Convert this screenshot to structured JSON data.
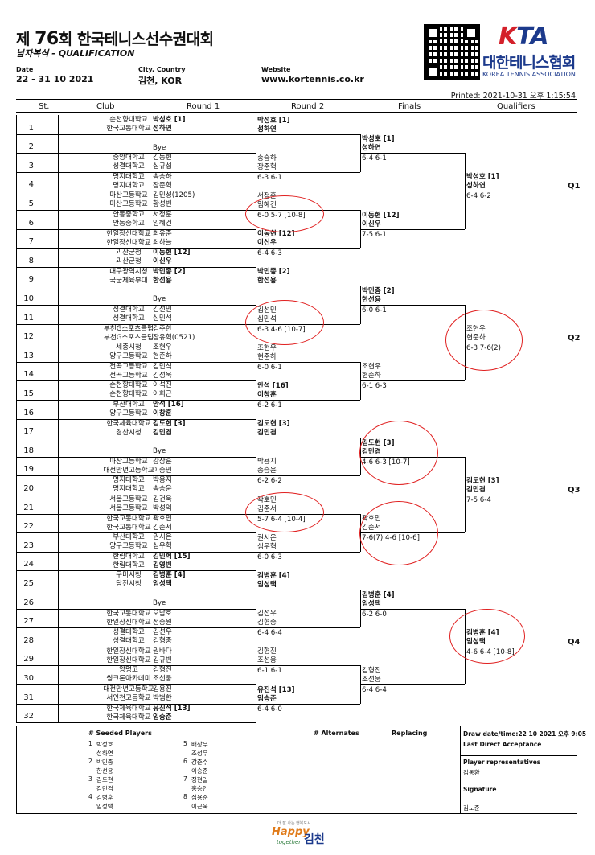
{
  "header": {
    "title_pre": "제 ",
    "title_num": "76",
    "title_post": "회 한국테니스선수권대회",
    "event": "남자복식 - QUALIFICATION",
    "date_label": "Date",
    "date": "22 - 31 10 2021",
    "city_label": "City, Country",
    "city": "김천, KOR",
    "web_label": "Website",
    "web": "www.kortennis.co.kr",
    "printed": "Printed: 2021-10-31 오후 1:15:54",
    "logo_k": "K",
    "logo_ta": "TA",
    "logo_kor": "대한테니스협회",
    "logo_eng": "KOREA TENNIS ASSOCIATION"
  },
  "columns": [
    "St.",
    "Club",
    "Round 1",
    "Round 2",
    "Finals",
    "Qualifiers"
  ],
  "draw": [
    {
      "n": "1",
      "c1": "순천향대학교",
      "c2": "한국교통대학교",
      "p1": "박성호 [1]",
      "p2": "성하연",
      "b": true
    },
    {
      "n": "2",
      "c1": "",
      "c2": "",
      "p1": "",
      "p2": "Bye",
      "b": false
    },
    {
      "n": "3",
      "c1": "중앙대학교",
      "c2": "성결대학교",
      "p1": "김동현",
      "p2": "심규섭",
      "b": false
    },
    {
      "n": "4",
      "c1": "명지대학교",
      "c2": "명지대학교",
      "p1": "송승하",
      "p2": "장준혁",
      "b": false
    },
    {
      "n": "5",
      "c1": "마산고등학교",
      "c2": "마산고등학교",
      "p1": "김민성(1205)",
      "p2": "황성빈",
      "b": false
    },
    {
      "n": "6",
      "c1": "안동중학교",
      "c2": "안동중학교",
      "p1": "서정훈",
      "p2": "임혜건",
      "b": false
    },
    {
      "n": "7",
      "c1": "한일장신대학교",
      "c2": "한일장신대학교",
      "p1": "최유준",
      "p2": "최하늘",
      "b": false
    },
    {
      "n": "8",
      "c1": "괴산군청",
      "c2": "괴산군청",
      "p1": "이동현 [12]",
      "p2": "이신우",
      "b": true
    },
    {
      "n": "9",
      "c1": "대구광역시청",
      "c2": "국군체육부대",
      "p1": "박민종 [2]",
      "p2": "한선용",
      "b": true
    },
    {
      "n": "10",
      "c1": "",
      "c2": "",
      "p1": "",
      "p2": "Bye",
      "b": false
    },
    {
      "n": "11",
      "c1": "성결대학교",
      "c2": "성결대학교",
      "p1": "김선민",
      "p2": "심민석",
      "b": false
    },
    {
      "n": "12",
      "c1": "부천G스포츠클럽",
      "c2": "부천G스포츠클럽",
      "p1": "김주한",
      "p2": "장유혁(0521)",
      "b": false
    },
    {
      "n": "13",
      "c1": "세종시청",
      "c2": "양구고등학교",
      "p1": "조현우",
      "p2": "현준하",
      "b": false
    },
    {
      "n": "14",
      "c1": "전곡고등학교",
      "c2": "전곡고등학교",
      "p1": "김민석",
      "p2": "김성욱",
      "b": false
    },
    {
      "n": "15",
      "c1": "순천향대학교",
      "c2": "순천향대학교",
      "p1": "이석진",
      "p2": "이희근",
      "b": false
    },
    {
      "n": "16",
      "c1": "부산대학교",
      "c2": "양구고등학교",
      "p1": "안석 [16]",
      "p2": "이창훈",
      "b": true
    },
    {
      "n": "17",
      "c1": "한국체육대학교",
      "c2": "경산시청",
      "p1": "김도현 [3]",
      "p2": "김민겸",
      "b": true
    },
    {
      "n": "18",
      "c1": "",
      "c2": "",
      "p1": "",
      "p2": "Bye",
      "b": false
    },
    {
      "n": "19",
      "c1": "마산고등학교",
      "c2": "대전만년고등학교",
      "p1": "강상훈",
      "p2": "이승민",
      "b": false
    },
    {
      "n": "20",
      "c1": "명지대학교",
      "c2": "명지대학교",
      "p1": "박용지",
      "p2": "송승윤",
      "b": false
    },
    {
      "n": "21",
      "c1": "서울고등학교",
      "c2": "서울고등학교",
      "p1": "김건욱",
      "p2": "박성익",
      "b": false
    },
    {
      "n": "22",
      "c1": "한국교통대학교",
      "c2": "한국교통대학교",
      "p1": "곽호민",
      "p2": "김준서",
      "b": false
    },
    {
      "n": "23",
      "c1": "부산대학교",
      "c2": "양구고등학교",
      "p1": "권시온",
      "p2": "심우혁",
      "b": false
    },
    {
      "n": "24",
      "c1": "한림대학교",
      "c2": "한림대학교",
      "p1": "김민혁 [15]",
      "p2": "김영빈",
      "b": true
    },
    {
      "n": "25",
      "c1": "구미시청",
      "c2": "당진시청",
      "p1": "김병훈 [4]",
      "p2": "임성택",
      "b": true
    },
    {
      "n": "26",
      "c1": "",
      "c2": "",
      "p1": "",
      "p2": "Bye",
      "b": false
    },
    {
      "n": "27",
      "c1": "한국교통대학교",
      "c2": "한일장신대학교",
      "p1": "오남호",
      "p2": "정승원",
      "b": false
    },
    {
      "n": "28",
      "c1": "성결대학교",
      "c2": "성결대학교",
      "p1": "김선우",
      "p2": "김형중",
      "b": false
    },
    {
      "n": "29",
      "c1": "한일장신대학교",
      "c2": "한일장신대학교",
      "p1": "권바다",
      "p2": "김규빈",
      "b": false
    },
    {
      "n": "30",
      "c1": "양명고",
      "c2": "씽크론아카데미",
      "p1": "김형진",
      "p2": "조선웅",
      "b": false
    },
    {
      "n": "31",
      "c1": "대전만년고등학교",
      "c2": "서인천고등학교",
      "p1": "김용진",
      "p2": "박범한",
      "b": false
    },
    {
      "n": "32",
      "c1": "한국체육대학교",
      "c2": "한국체육대학교",
      "p1": "유진석 [13]",
      "p2": "임승준",
      "b": true
    }
  ],
  "round2": [
    {
      "w1": "박성호 [1]",
      "w2": "성하연",
      "s": "",
      "b": true
    },
    {
      "w1": "송승하",
      "w2": "장준혁",
      "s": "6-3 6-1",
      "b": false
    },
    {
      "w1": "서정훈",
      "w2": "임혜건",
      "s": "6-0 5-7 [10-8]",
      "b": false
    },
    {
      "w1": "이동현 [12]",
      "w2": "이신우",
      "s": "6-4 6-3",
      "b": true
    },
    {
      "w1": "박민종 [2]",
      "w2": "한선용",
      "s": "",
      "b": true
    },
    {
      "w1": "김선민",
      "w2": "심민석",
      "s": "6-3 4-6 [10-7]",
      "b": false
    },
    {
      "w1": "조현우",
      "w2": "현준하",
      "s": "6-0 6-1",
      "b": false
    },
    {
      "w1": "안석 [16]",
      "w2": "이창훈",
      "s": "6-2 6-1",
      "b": true
    },
    {
      "w1": "김도현 [3]",
      "w2": "김민겸",
      "s": "",
      "b": true
    },
    {
      "w1": "박용지",
      "w2": "송승윤",
      "s": "6-2 6-2",
      "b": false
    },
    {
      "w1": "곽호민",
      "w2": "김준서",
      "s": "5-7 6-4 [10-4]",
      "b": false
    },
    {
      "w1": "권시온",
      "w2": "심우혁",
      "s": "6-0 6-3",
      "b": false
    },
    {
      "w1": "김병훈 [4]",
      "w2": "임성택",
      "s": "",
      "b": true
    },
    {
      "w1": "김선우",
      "w2": "김형중",
      "s": "6-4 6-4",
      "b": false
    },
    {
      "w1": "김형진",
      "w2": "조선웅",
      "s": "6-1 6-1",
      "b": false
    },
    {
      "w1": "유진석 [13]",
      "w2": "임승준",
      "s": "6-4 6-0",
      "b": true
    }
  ],
  "finals": [
    {
      "w1": "박성호 [1]",
      "w2": "성하연",
      "s": "6-4 6-1",
      "b": true
    },
    {
      "w1": "이동현 [12]",
      "w2": "이신우",
      "s": "7-5 6-1",
      "b": true
    },
    {
      "w1": "박민종 [2]",
      "w2": "한선용",
      "s": "6-0 6-1",
      "b": true
    },
    {
      "w1": "조현우",
      "w2": "현준하",
      "s": "6-1 6-3",
      "b": false
    },
    {
      "w1": "김도현 [3]",
      "w2": "김민겸",
      "s": "4-6 6-3 [10-7]",
      "b": true
    },
    {
      "w1": "곽호민",
      "w2": "김준서",
      "s": "7-6(7) 4-6 [10-6]",
      "b": false
    },
    {
      "w1": "김병훈 [4]",
      "w2": "임성택",
      "s": "6-2 6-0",
      "b": true
    },
    {
      "w1": "김형진",
      "w2": "조선웅",
      "s": "6-4 6-4",
      "b": false
    }
  ],
  "qualifiers": [
    {
      "w1": "박성호 [1]",
      "w2": "성하연",
      "s": "6-4 6-2",
      "b": true,
      "q": "Q1"
    },
    {
      "w1": "조현우",
      "w2": "현준하",
      "s": "6-3 7-6(2)",
      "b": false,
      "q": "Q2"
    },
    {
      "w1": "김도현 [3]",
      "w2": "김민겸",
      "s": "7-5 6-4",
      "b": true,
      "q": "Q3"
    },
    {
      "w1": "김병훈 [4]",
      "w2": "임성택",
      "s": "4-6 6-4 [10-8]",
      "b": true,
      "q": "Q4"
    }
  ],
  "footer": {
    "seeded_title": "#  Seeded Players",
    "seeds": [
      {
        "n": "1",
        "a": "박성호",
        "b": "성하연"
      },
      {
        "n": "2",
        "a": "박민종",
        "b": "한선용"
      },
      {
        "n": "3",
        "a": "김도현",
        "b": "김민겸"
      },
      {
        "n": "4",
        "a": "김병훈",
        "b": "임성택"
      },
      {
        "n": "5",
        "a": "배상우",
        "b": "조성우"
      },
      {
        "n": "6",
        "a": "강준수",
        "b": "이승준"
      },
      {
        "n": "7",
        "a": "정현일",
        "b": "홍승인"
      },
      {
        "n": "8",
        "a": "심용준",
        "b": "이근욱"
      }
    ],
    "alternates": "#  Alternates",
    "replacing": "Replacing",
    "draw_dt": "Draw date/time:22 10 2021 오후 9:05",
    "lda": "Last Direct Acceptance",
    "pr": "Player representatives",
    "pr_name": "김동환",
    "sig": "Signature",
    "sig_name": "김노준"
  },
  "bottom_logo": {
    "l1": "Happy",
    "l2": "together",
    "l3": "김천",
    "top": "더 잘 사는 행복도시"
  }
}
